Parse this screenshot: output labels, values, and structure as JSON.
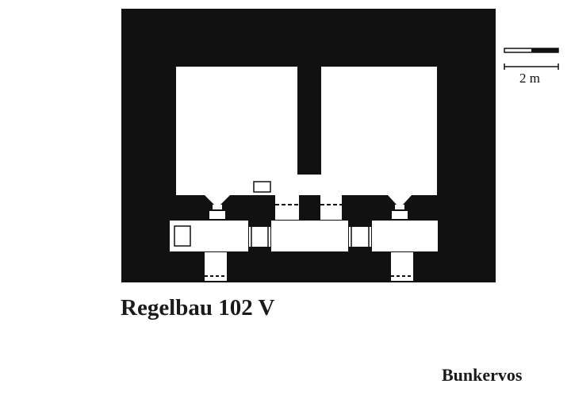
{
  "diagram": {
    "title": "Regelbau 102 V",
    "credit": "Bunkervos",
    "scale_label": "2 m",
    "colors": {
      "wall": "#111111",
      "room": "#ffffff",
      "text": "#1a1a1a"
    }
  }
}
